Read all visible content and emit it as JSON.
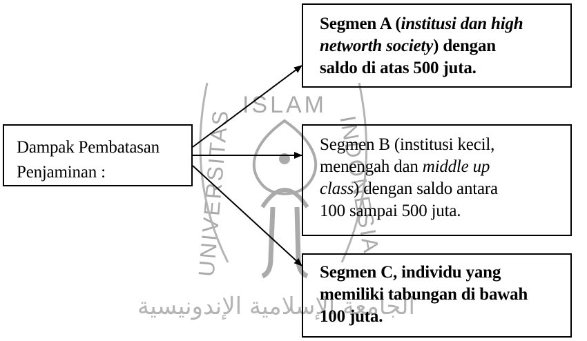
{
  "watermark": {
    "top_text": "ISLAM",
    "left_text": "UNIVERSITAS",
    "right_text": "INDONESIA",
    "arabic_text": "الجامعة الإسلامية الإندونيسية"
  },
  "source_box": {
    "line1": "Dampak Pembatasan",
    "line2": "Penjaminan :"
  },
  "segment_a": {
    "l1_a": "Segmen A (",
    "l1_b": "institusi dan high",
    "l2_a": "networth society",
    "l2_b": ") dengan",
    "l3": "saldo di atas 500 juta."
  },
  "segment_b": {
    "l1": "Segmen B (institusi kecil,",
    "l2_a": "menengah dan ",
    "l2_b": "middle up",
    "l3_a": "class",
    "l3_b": ") dengan saldo antara",
    "l4": "100 sampai 500 juta."
  },
  "segment_c": {
    "l1": "Segmen C, individu yang",
    "l2": "memiliki tabungan di bawah",
    "l3": "100 juta."
  }
}
